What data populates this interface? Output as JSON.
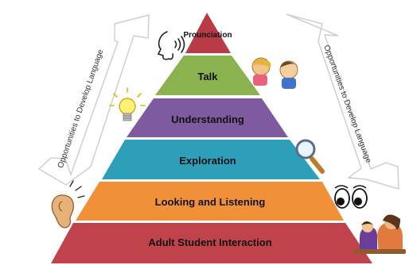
{
  "levels": [
    {
      "label": "Prounciation",
      "color": "#b83b45",
      "icon": "speaking-head-icon"
    },
    {
      "label": "Talk",
      "color": "#8ab24f",
      "icon": "two-children-talking-icon"
    },
    {
      "label": "Understanding",
      "color": "#7f5aa0",
      "icon": "light-bulb-icon"
    },
    {
      "label": "Exploration",
      "color": "#2e9fb8",
      "icon": "magnifying-glass-icon"
    },
    {
      "label": "Looking and Listening",
      "color": "#f0913a",
      "icon": "eyes-and-ear-icon"
    },
    {
      "label": "Adult Student Interaction",
      "color": "#c0434c",
      "icon": "adult-and-child-icon"
    }
  ],
  "arrows": {
    "left_label": "Opportunities to Develop Language",
    "right_label": "Opportunities to Develop Language"
  }
}
